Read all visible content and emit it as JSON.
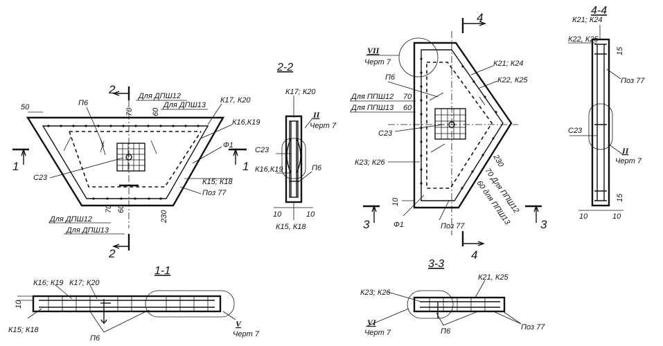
{
  "sections": {
    "s11": "1-1",
    "s22": "2-2",
    "s33": "3-3",
    "s44": "4-4",
    "cut1": "1",
    "cut2": "2",
    "cut3": "3",
    "cut4": "4"
  },
  "view1": {
    "dim50": "50",
    "dim70": "70",
    "dim60": "60",
    "dim70b": "70",
    "dim60b": "60",
    "dim230": "230",
    "l_p6": "П6",
    "l_dpsh12_top": "Для ДПШ12",
    "l_dpsh13_top": "Для ДПШ13",
    "l_k17k20": "К17, К20",
    "l_k16k19": "К16,К19",
    "l_f1": "Ф1",
    "l_c23": "С23",
    "l_k15k18": "К15; К18",
    "l_poz77": "Поз 77",
    "l_dpsh12_bot": "Для ДПШ12",
    "l_dpsh13_bot": "Для ДПШ13"
  },
  "view22": {
    "l_k17k20": "К17; К20",
    "l_roman": "II",
    "l_chert": "Черт 7",
    "l_c23": "С23",
    "l_k16k19": "К16,К19",
    "l_p6": "П6",
    "dim10a": "10",
    "dim10b": "10",
    "l_k15k18": "К15, К18"
  },
  "view3": {
    "l_roman": "VII",
    "l_chert": "Черт 7",
    "l_p6": "П6",
    "l_ppsh12": "Для ППШ12",
    "dim70": "70",
    "l_ppsh13": "Для ППШ13",
    "dim60": "60",
    "l_c23": "С23",
    "l_k23k26": "К23; К26",
    "l_k21k24": "К21; К24",
    "l_k22k25": "К22, К25",
    "dim230": "230",
    "l_70ppsh12": "70 Для ППШ12",
    "l_60ppsh13": "60 для ППШ13",
    "dim10": "10",
    "l_f1": "Ф1",
    "l_poz77": "Поз 77"
  },
  "view44": {
    "l_k21k24": "К21; К24",
    "l_k22k25": "К22, К25",
    "dim15a": "15",
    "l_poz77": "Поз 77",
    "l_c23": "С23",
    "l_roman": "II",
    "l_chert": "Черт 7",
    "dim15b": "15",
    "dim10a": "10",
    "dim10b": "10"
  },
  "view11": {
    "dim10": "10",
    "l_k16k19": "К16; К19",
    "l_k17k20": "К17; К20",
    "l_k15k18": "К15; К18",
    "l_p6": "П6",
    "l_roman": "V",
    "l_chert": "Черт 7"
  },
  "view33": {
    "l_k23k26": "К23; К26",
    "l_k21k25": "К21, К25",
    "l_roman": "VI",
    "l_chert": "Черт 7",
    "l_p6": "П6",
    "l_poz77": "Поз 77"
  }
}
